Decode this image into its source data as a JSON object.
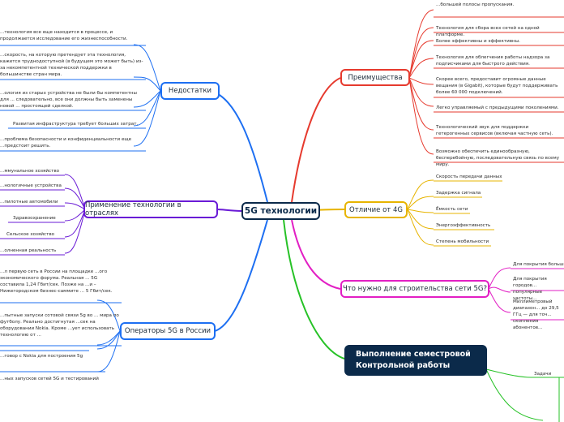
{
  "root": {
    "label": "5G технологии"
  },
  "branches": {
    "advantages": {
      "label": "Преимущества",
      "color": "#e63a2e",
      "items": [
        "...большей полосы пропускания.",
        "Технология для сбора всех сетей на одной платформе.",
        "Более эффективны и эффективны.",
        "Технология для облегчения работы надзора за подписчиками для быстрого действия.",
        "Скорее всего, предоставит огромные данные вещания (в Gigabit), которые будут поддерживать более 60 000 подключений.",
        "Легко управляемый с предыдущими поколениями.",
        "Технологический звук для поддержки гетерогенных сервисов (включая частную сеть).",
        "Возможно обеспечить единообразную, бесперебойную, последовательную связь по всему миру."
      ]
    },
    "diff4g": {
      "label": "Отличие от 4G",
      "color": "#e7b400",
      "items": [
        "Скорость передачи данных",
        "Задержка сигнала",
        "Ёмкость сети",
        "Энергоэффективность",
        "Степень мобильности"
      ]
    },
    "build": {
      "label": "Что нужно для строительства сети 5G?",
      "color": "#e21fc4",
      "items": [
        "Для покрытия больших...",
        "Для покрытия городов... популярные частоты...",
        "Миллиметровый диапазон... до 29,5 ГГц — для точ... скопления абонентов..."
      ]
    },
    "semester": {
      "label": "Выполнение семестровой Контрольной работы",
      "color": "#27c227",
      "items": [
        "Задачи"
      ]
    },
    "disadvantages": {
      "label": "Недостатки",
      "color": "#1d6ff2",
      "items": [
        "...технология все еще находится в процессе, и продолжается исследование его жизнеспособности.",
        "...скорость, на которую претендует эта технология, кажется труднодоступной (в будущем это может быть) из-за некомпетентной технической поддержки в большинстве стран мира.",
        "...ология из старых устройства не были бы компетентны для ... следовательно, все они должны быть заменены новой ... простоящей сделкой.",
        "Развитая инфраструктура требует больших затрат.",
        "...проблема безопасности и конфиденциальности еще ...предстоит решить."
      ]
    },
    "industries": {
      "label": "Применение технологии в отраслях",
      "color": "#6a1bd6",
      "items": [
        "...ммунальное хозяйство",
        "...нологичные устройства",
        "...пилотные автомобили",
        "Здравоохранение",
        "Сельское хозяйство",
        "...олненная реальность"
      ]
    },
    "operators": {
      "label": "Операторы 5G в России",
      "color": "#1d6ff2",
      "items": [
        "...л первую сеть в России на площадке ...ого экономического форума. Реальная ... 5G составила 1,24 Гбит/сек. Позже на ...и – Нижегородском бизнес-саммите ... 5 Гбит/сек.",
        "...пытные запуски сотовой связи 5g во ... мира по футболу. Реально достигнутая ...сек на оборудовании Nokia. Кроме ...ует использовать технологию от ...",
        "...говор с Nokia для построения 5g",
        "...ных запусков сетей 5G и тестирований"
      ]
    }
  }
}
